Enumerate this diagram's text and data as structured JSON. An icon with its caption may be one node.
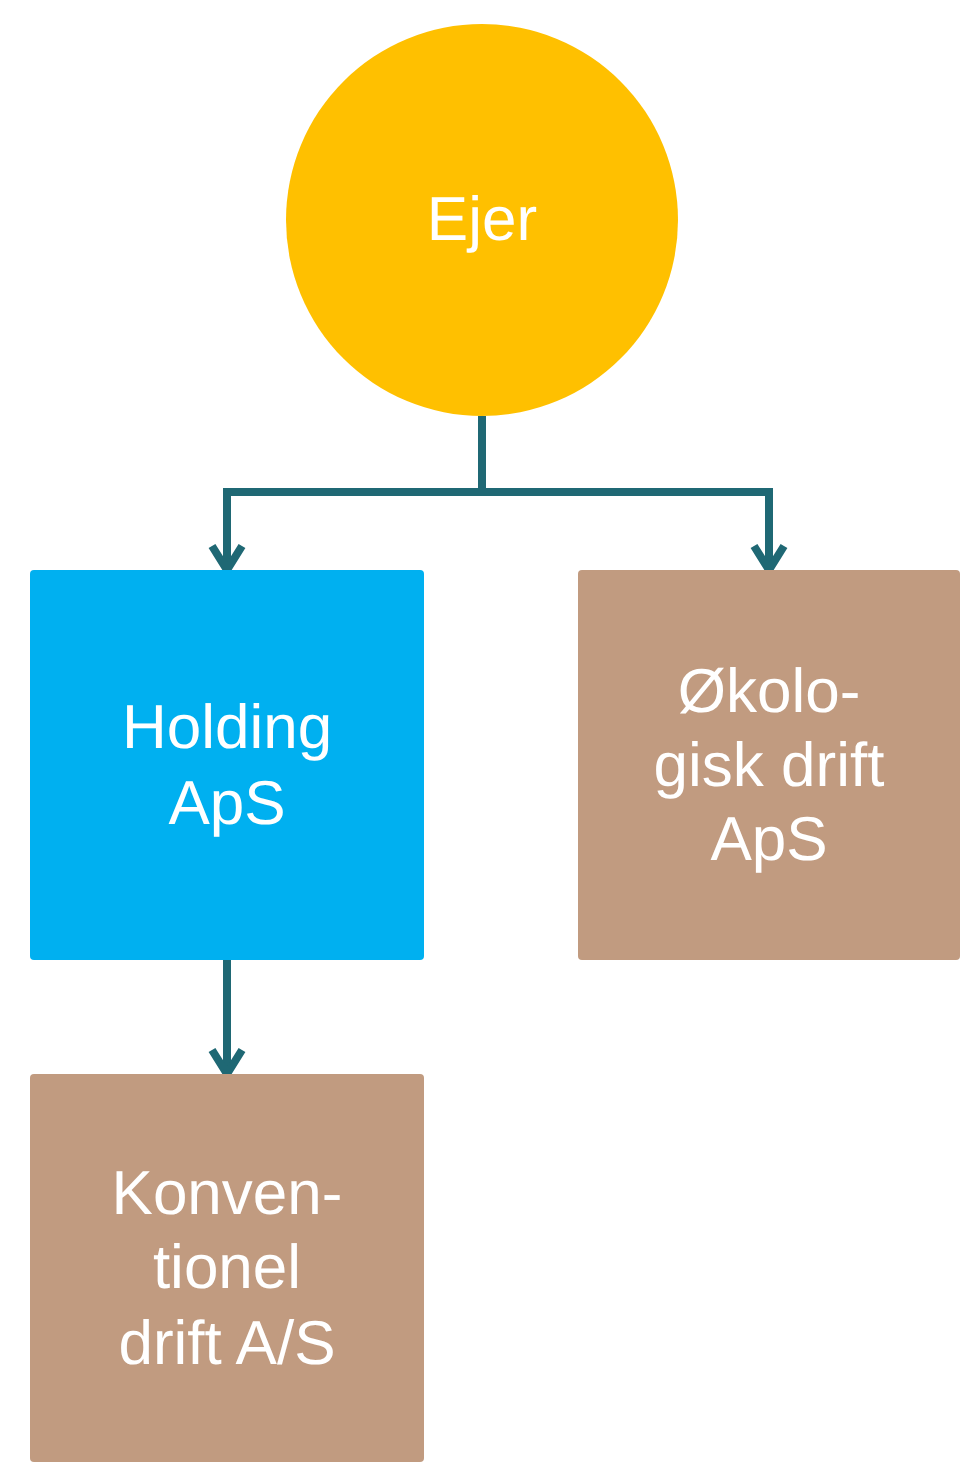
{
  "diagram": {
    "nodes": [
      {
        "text": [
          "Ejer"
        ]
      },
      {
        "text": [
          "Holding ApS"
        ]
      },
      {
        "text": [
          "Økolo- gisk drift ApS"
        ]
      },
      {
        "text": [
          "Konven- tionel drift A/S"
        ]
      }
    ],
    "edges": [
      {
        "from": 0,
        "to": 1,
        "arrow": "to"
      },
      {
        "from": 0,
        "to": 2,
        "arrow": "to"
      },
      {
        "from": 1,
        "to": 3,
        "arrow": "to"
      }
    ]
  }
}
